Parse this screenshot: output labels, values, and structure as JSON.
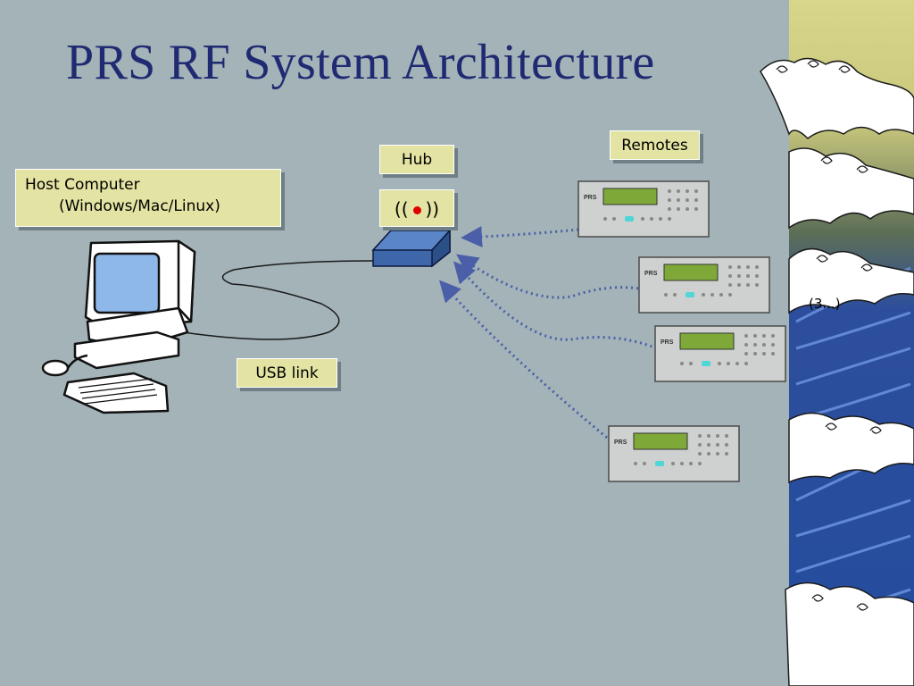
{
  "title": "PRS RF System Architecture",
  "labels": {
    "host_line1": "Host Computer",
    "host_line2": "(Windows/Mac/Linux)",
    "hub": "Hub",
    "remotes": "Remotes",
    "usb": "USB link",
    "rf_left": "((",
    "rf_right": "))"
  },
  "device_logo": "PRS",
  "page_counter": "(3...)",
  "colors": {
    "background": "#a3b3b7",
    "title": "#1f2a72",
    "label_fill": "#e3e3a3",
    "hub_body": "#3d67a8",
    "rf_link": "#4a5fa8",
    "antenna": "#e00000",
    "remote_display": "#7ea838"
  },
  "icons": [
    "computer-icon",
    "hub-icon",
    "antenna-icon",
    "remote-icon",
    "wave-decoration"
  ]
}
